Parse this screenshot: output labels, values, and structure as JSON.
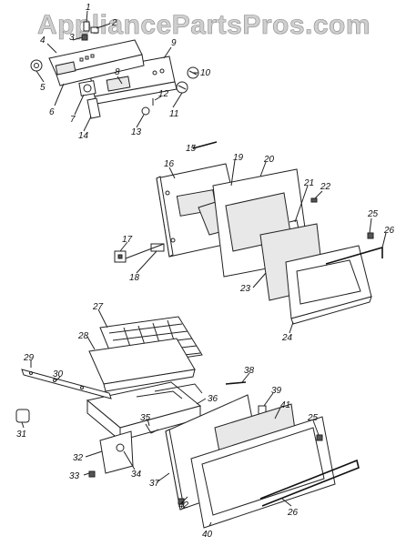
{
  "watermark": "AppliancePartsPros.com",
  "callouts": {
    "n1": "1",
    "n2": "2",
    "n3": "3",
    "n4": "4",
    "n5": "5",
    "n6": "6",
    "n7": "7",
    "n8": "8",
    "n9": "9",
    "n10": "10",
    "n11": "11",
    "n12": "12",
    "n13": "13",
    "n14": "14",
    "n15": "15",
    "n16": "16",
    "n17": "17",
    "n18": "18",
    "n19": "19",
    "n20": "20",
    "n21": "21",
    "n22": "22",
    "n23": "23",
    "n24": "24",
    "n25a": "25",
    "n26a": "26",
    "n27": "27",
    "n28": "28",
    "n29": "29",
    "n30": "30",
    "n31": "31",
    "n32": "32",
    "n33": "33",
    "n34": "34",
    "n35": "35",
    "n36": "36",
    "n37": "37",
    "n38": "38",
    "n39": "39",
    "n40": "40",
    "n41": "41",
    "n42": "42",
    "n25b": "25",
    "n26b": "26"
  }
}
